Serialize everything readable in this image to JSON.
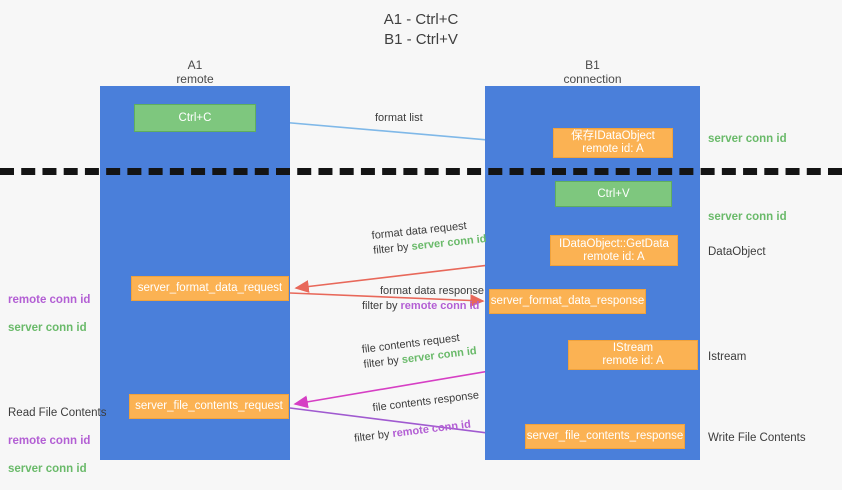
{
  "title": "A1 - Ctrl+C\nB1 - Ctrl+V",
  "columns": {
    "a1": "A1\nremote",
    "b1": "B1\nconnection"
  },
  "nodes": {
    "ctrl_c": "Ctrl+C",
    "save_idataobject": "保存IDataObject\nremote id: A",
    "ctrl_v": "Ctrl+V",
    "getdata": "IDataObject::GetData\nremote id: A",
    "server_format_data_request": "server_format_data_request",
    "server_format_data_response": "server_format_data_response",
    "istream": "IStream\nremote id: A",
    "server_file_contents_request": "server_file_contents_request",
    "server_file_contents_response": "server_file_contents_response"
  },
  "side_notes": {
    "server_conn_id_1": "server conn id",
    "server_conn_id_2": "server conn id",
    "dataobject": "DataObject",
    "istream": "Istream",
    "write_file_contents": "Write File Contents"
  },
  "left_notes": {
    "remote_conn_id_1": "remote conn id",
    "server_conn_id_1": "server conn id",
    "read_file_contents": "Read File Contents",
    "remote_conn_id_2": "remote conn id",
    "server_conn_id_2": "server conn id"
  },
  "edges": {
    "format_list": "format list",
    "format_data_request": "format data request",
    "format_data_request_filter_prefix": "filter by ",
    "format_data_request_filter_value": "server conn id",
    "format_data_response": "format data response",
    "format_data_response_filter_prefix": "filter by ",
    "format_data_response_filter_value": "remote conn id",
    "file_contents_request": "file contents request",
    "file_contents_request_filter_prefix": "filter by ",
    "file_contents_request_filter_value": "server conn id",
    "file_contents_response": "file contents response",
    "file_contents_response_filter_prefix": "filter by ",
    "file_contents_response_filter_value": "remote conn id"
  },
  "colors": {
    "lane": "#4a7fda",
    "green_node": "#7ec77e",
    "orange_node": "#fbb253",
    "background": "#f7f7f7",
    "arrow_blue": "#7fb8e8",
    "arrow_red": "#e8685a",
    "arrow_magenta": "#d63fc4",
    "arrow_purple": "#a05ad0",
    "arrow_black": "#111111",
    "text_green": "#6aba6a",
    "text_purple": "#b35fd4",
    "divider": "#141414"
  }
}
